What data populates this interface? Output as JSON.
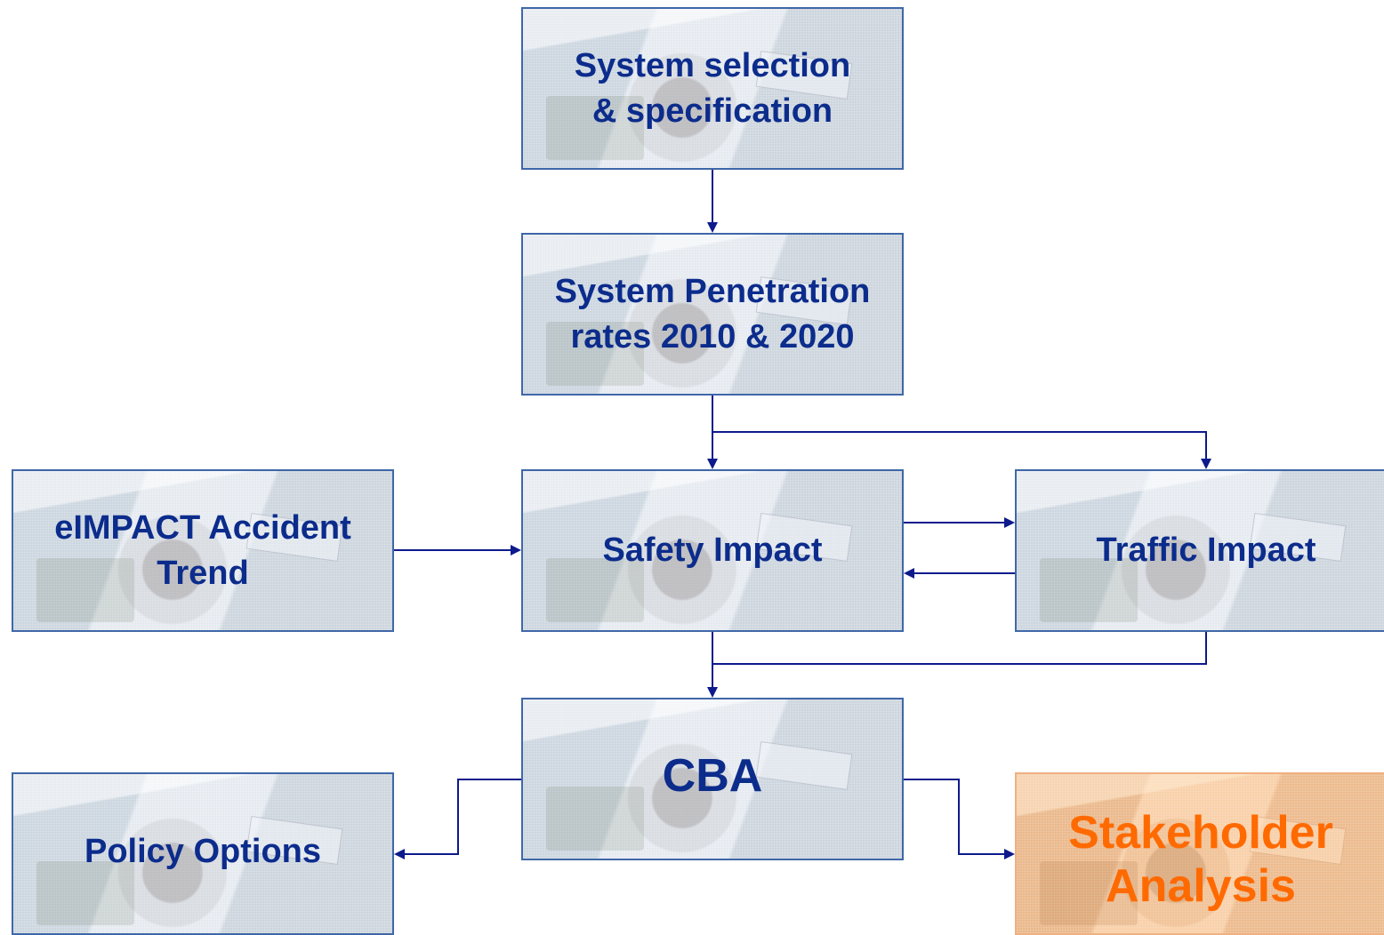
{
  "diagram": {
    "nodes": {
      "system_selection": {
        "label": "System selection\n& specification"
      },
      "system_penetration": {
        "label": "System Penetration\nrates 2010 & 2020"
      },
      "eimpact_accident": {
        "label": "eIMPACT Accident\nTrend"
      },
      "safety_impact": {
        "label": "Safety Impact"
      },
      "traffic_impact": {
        "label": "Traffic Impact"
      },
      "cba": {
        "label": "CBA"
      },
      "policy_options": {
        "label": "Policy Options"
      },
      "stakeholder_analysis": {
        "label": "Stakeholder\nAnalysis"
      }
    },
    "edges": [
      {
        "from": "system_selection",
        "to": "system_penetration"
      },
      {
        "from": "system_penetration",
        "to": "safety_impact"
      },
      {
        "from": "system_penetration",
        "to": "traffic_impact"
      },
      {
        "from": "eimpact_accident",
        "to": "safety_impact"
      },
      {
        "from": "safety_impact",
        "to": "traffic_impact"
      },
      {
        "from": "traffic_impact",
        "to": "safety_impact"
      },
      {
        "from": "safety_impact",
        "to": "cba"
      },
      {
        "from": "traffic_impact",
        "to": "cba"
      },
      {
        "from": "cba",
        "to": "policy_options"
      },
      {
        "from": "cba",
        "to": "stakeholder_analysis"
      }
    ],
    "colors": {
      "box_text": "#0c2c8c",
      "highlight_text": "#ff6a00",
      "connector": "#0c1a8c"
    }
  }
}
